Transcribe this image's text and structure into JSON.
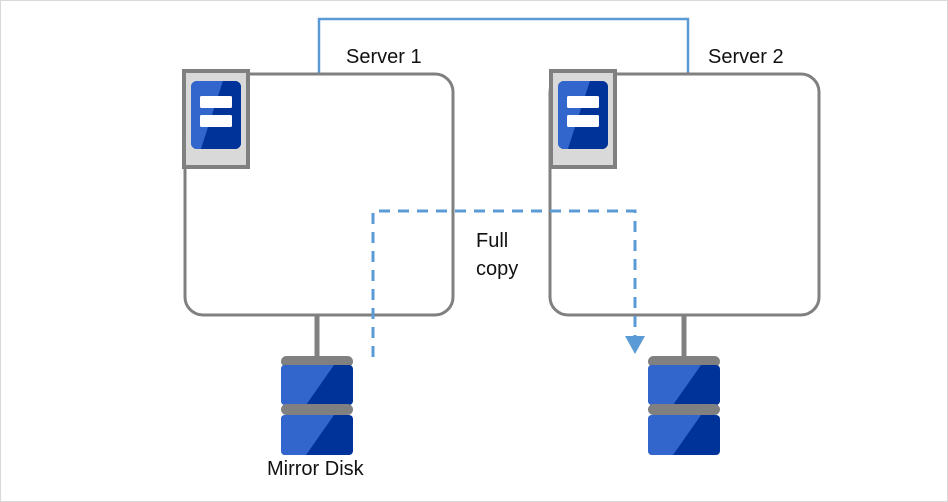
{
  "diagram": {
    "title_nodes": {
      "server1": "Server 1",
      "server2": "Server 2"
    },
    "annotations": {
      "full_copy": "Full\ncopy",
      "mirror_disk": "Mirror Disk"
    },
    "colors": {
      "accent_blue": "#5B9BD5",
      "box_outline": "#808080",
      "disk_light": "#3366CC",
      "disk_dark": "#003399",
      "disk_cap": "#808080",
      "icon_frame": "#808080",
      "icon_bg": "#D9D9D9",
      "canvas_border": "#D9D9D9",
      "text": "#111111",
      "background": "#FFFFFF"
    },
    "nodes": [
      {
        "id": "server1",
        "type": "server-box",
        "label": "Server 1",
        "icon": "server-icon"
      },
      {
        "id": "server2",
        "type": "server-box",
        "label": "Server 2",
        "icon": "server-icon"
      },
      {
        "id": "disk1",
        "type": "disk-stack",
        "label": "Mirror Disk",
        "segments": 2
      },
      {
        "id": "disk2",
        "type": "disk-stack",
        "label": "",
        "segments": 2
      }
    ],
    "connections": [
      {
        "id": "heartbeat-link",
        "from": "server1",
        "to": "server2",
        "style": "solid",
        "color": "#5B9BD5"
      },
      {
        "id": "disk1-link",
        "from": "server1",
        "to": "disk1",
        "style": "solid",
        "color": "#808080"
      },
      {
        "id": "disk2-link",
        "from": "server2",
        "to": "disk2",
        "style": "solid",
        "color": "#808080"
      },
      {
        "id": "full-copy-flow",
        "from": "disk1",
        "to": "disk2",
        "style": "dashed",
        "color": "#5B9BD5",
        "arrow": "end",
        "label": "Full copy"
      }
    ]
  }
}
